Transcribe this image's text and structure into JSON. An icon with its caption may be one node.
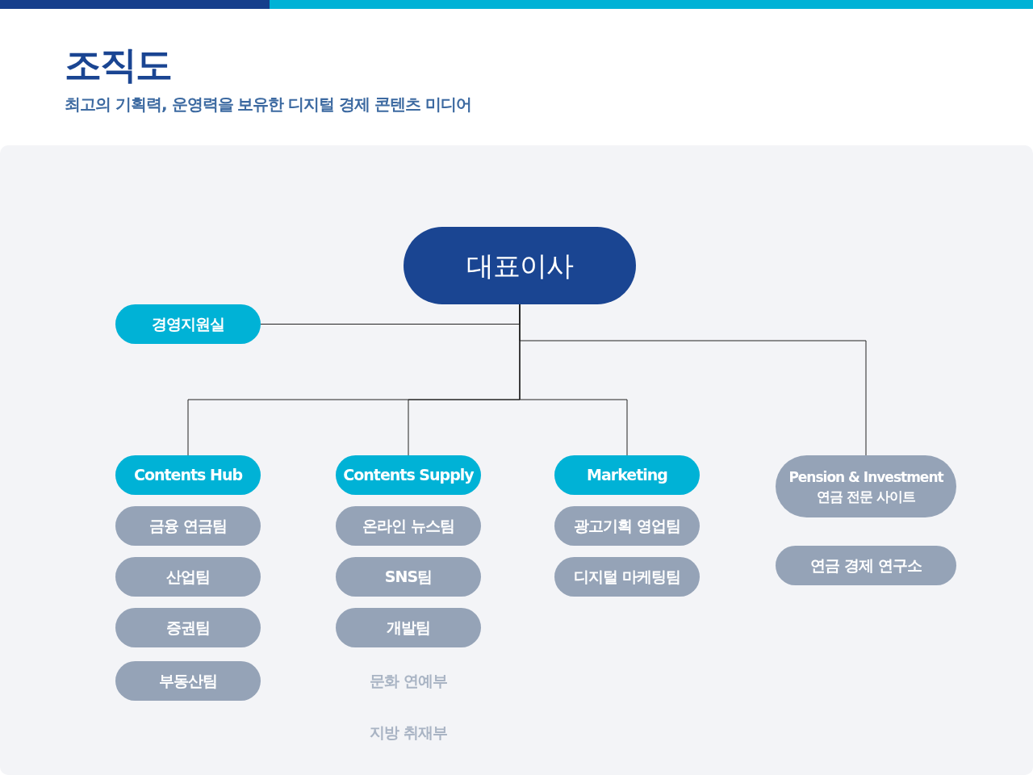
{
  "diagram": {
    "title": "조직도",
    "caption": "최고의 기획력, 운영력을 보유한 디지털 경제 콘텐츠 미디어",
    "nodes": [
      {
        "text": [
          "대표이사"
        ]
      },
      {
        "text": [
          "경영지원실"
        ]
      },
      {
        "text": [
          "Contents Hub"
        ]
      },
      {
        "text": [
          "Contents Supply"
        ]
      },
      {
        "text": [
          "Marketing"
        ]
      },
      {
        "text": [
          "Pension & Investment",
          "연금 전문 사이트"
        ]
      },
      {
        "text": [
          "금융 연금팀"
        ]
      },
      {
        "text": [
          "산업팀"
        ]
      },
      {
        "text": [
          "증권팀"
        ]
      },
      {
        "text": [
          "부동산팀"
        ]
      },
      {
        "text": [
          "온라인 뉴스팀"
        ]
      },
      {
        "text": [
          "SNS팀"
        ]
      },
      {
        "text": [
          "개발팀"
        ]
      },
      {
        "text": [
          "광고기획 영업팀"
        ]
      },
      {
        "text": [
          "디지털 마케팅팀"
        ]
      },
      {
        "text": [
          "연금 경제 연구소"
        ]
      }
    ],
    "edges": [
      {
        "from": 0,
        "to": 1,
        "arrow": "none"
      },
      {
        "from": 0,
        "to": 2,
        "arrow": "none"
      },
      {
        "from": 0,
        "to": 3,
        "arrow": "none"
      },
      {
        "from": 0,
        "to": 4,
        "arrow": "none"
      },
      {
        "from": 0,
        "to": 5,
        "arrow": "none"
      }
    ],
    "labels": [
      "문화 연예부",
      "지방 취재부"
    ]
  }
}
